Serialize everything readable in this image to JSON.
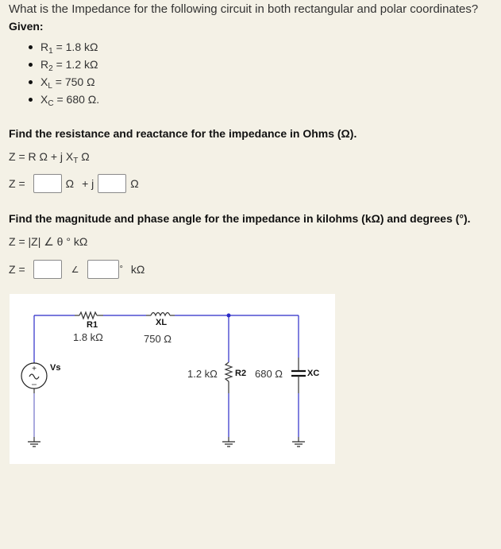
{
  "question": {
    "title": "What is the Impedance for the following circuit in both rectangular and polar coordinates?",
    "given_label": "Given:",
    "given": [
      {
        "sym": "R",
        "sub": "1",
        "rest": " = 1.8 kΩ"
      },
      {
        "sym": "R",
        "sub": "2",
        "rest": " = 1.2 kΩ"
      },
      {
        "sym": "X",
        "sub": "L",
        "rest": " = 750 Ω"
      },
      {
        "sym": "X",
        "sub": "C",
        "rest": " = 680 Ω."
      }
    ]
  },
  "rectangular": {
    "heading": "Find the resistance and reactance for the impedance in Ohms (Ω).",
    "formula_pre": "Z = R Ω + j X",
    "formula_sub": "T",
    "formula_post": " Ω",
    "answer_label": "Z  =",
    "unit1": "Ω",
    "plus_j": "+  j",
    "unit2": "Ω",
    "resistance_value": "",
    "reactance_value": ""
  },
  "polar": {
    "heading": "Find the magnitude and phase angle for the impedance in kilohms (kΩ) and degrees (°).",
    "formula": "Z  =  |Z|  ∠  θ °  kΩ",
    "answer_label": "Z  =",
    "angle_symbol": "∠",
    "degree_symbol": "°",
    "unit": "kΩ",
    "magnitude_value": "",
    "angle_value": ""
  },
  "circuit": {
    "source_label": "Vs",
    "source_plus": "+",
    "source_minus": "−",
    "source_tilde": "~",
    "r1_name": "R1",
    "r1_value": "1.8 kΩ",
    "xl_name": "XL",
    "xl_value": "750 Ω",
    "r2_name": "R2",
    "r2_value": "1.2 kΩ",
    "xc_name": "XC",
    "xc_value": "680 Ω",
    "wire_color": "#2b2bc8",
    "lead_color": "#333333"
  }
}
